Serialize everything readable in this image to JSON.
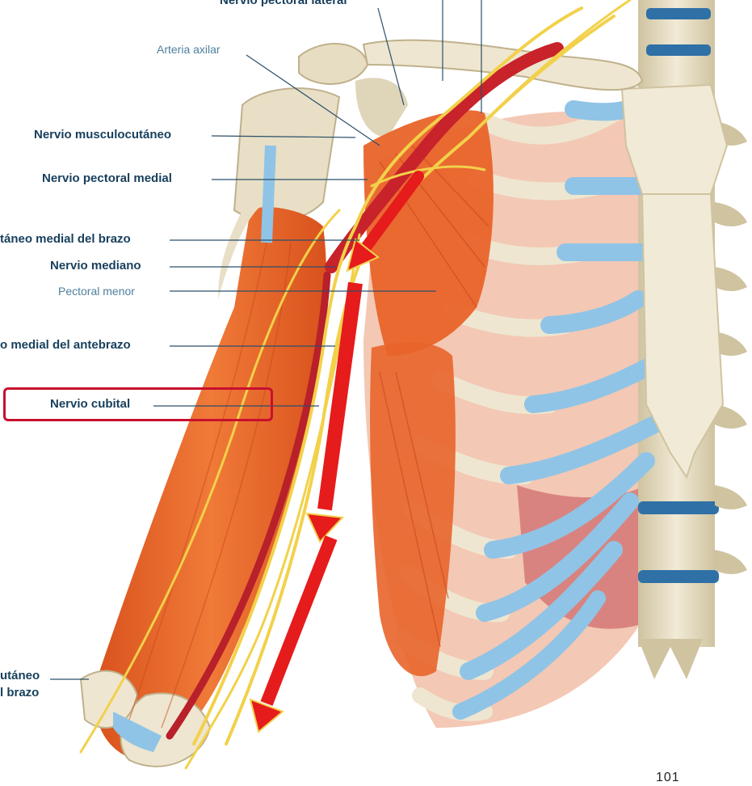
{
  "labels": {
    "nervio_pectoral_lateral": "Nervio pectoral lateral",
    "arteria_axilar": "Arteria axilar",
    "nervio_musculocutaneo": "Nervio musculocutáneo",
    "nervio_pectoral_medial": "Nervio pectoral medial",
    "cutaneo_medial_brazo": "táneo medial del brazo",
    "nervio_mediano": "Nervio mediano",
    "pectoral_menor": "Pectoral menor",
    "medial_antebrazo": "o medial del antebrazo",
    "nervio_cubital": "Nervio cubital",
    "cutaneo_bottom_1": "utáneo",
    "cutaneo_bottom_2": "l brazo",
    "page_number": "101"
  },
  "colors": {
    "muscle": "#e8642a",
    "muscle_dark": "#c9481c",
    "bone": "#eee6d0",
    "bone_shade": "#d8ccaa",
    "cartilage": "#8fc4e6",
    "nerve": "#f2d14a",
    "artery": "#c8222a",
    "arrow": "#e61b1b",
    "highlight": "#c8102e",
    "label_text": "#173f5c"
  }
}
